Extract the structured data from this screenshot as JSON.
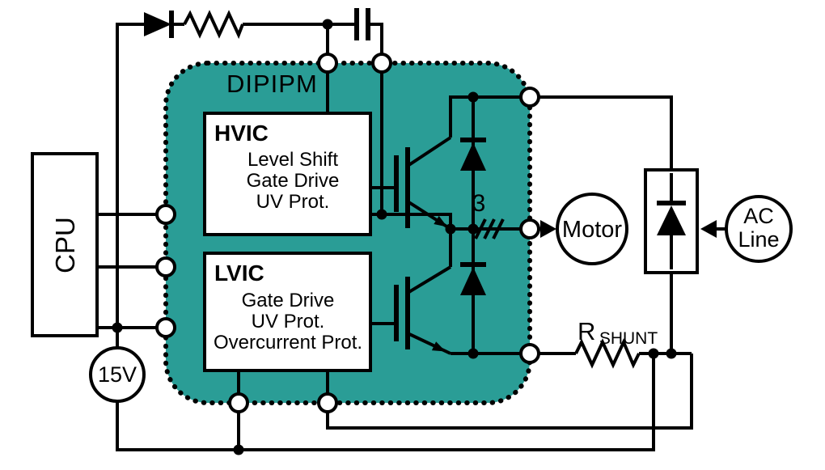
{
  "diagram": {
    "module_label": "DIPIPM",
    "cpu_label": "CPU",
    "hvic": {
      "title": "HVIC",
      "lines": [
        "Level Shift",
        "Gate Drive",
        "UV Prot."
      ]
    },
    "lvic": {
      "title": "LVIC",
      "lines": [
        "Gate Drive",
        "UV Prot.",
        "Overcurrent Prot."
      ]
    },
    "supply_label": "15V",
    "motor_label": "Motor",
    "ac_label_line1": "AC",
    "ac_label_line2": "Line",
    "shunt_label_main": "R",
    "shunt_label_sub": "SHUNT",
    "phase_count": "3"
  },
  "colors": {
    "module_fill": "#2a9d96",
    "wire": "#000000",
    "background": "#ffffff"
  }
}
